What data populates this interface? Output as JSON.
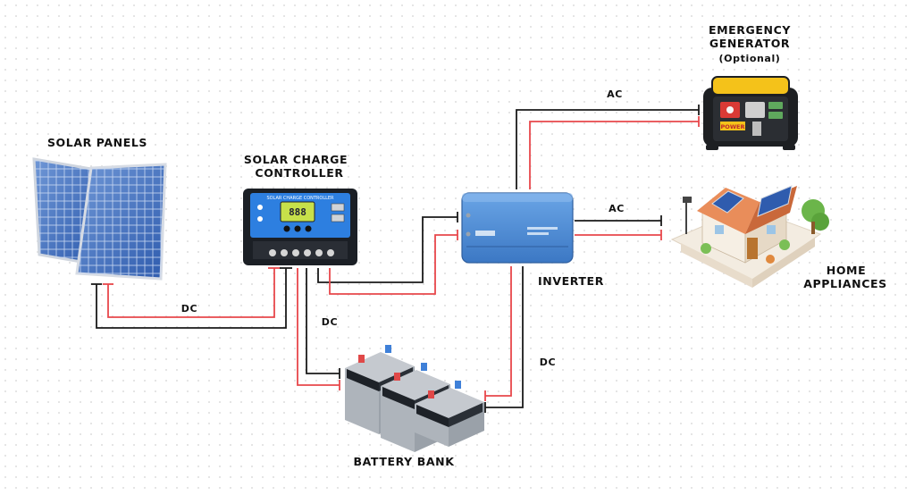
{
  "labels": {
    "solar_panels": "SOLAR PANELS",
    "charge_controller_line1": "SOLAR CHARGE",
    "charge_controller_line2": "CONTROLLER",
    "inverter": "INVERTER",
    "battery_bank": "BATTERY BANK",
    "generator_line1": "EMERGENCY",
    "generator_line2": "GENERATOR",
    "generator_optional": "(Optional)",
    "home_line1": "HOME",
    "home_line2": "APPLIANCES"
  },
  "wires": {
    "panels_to_controller": "DC",
    "controller_to_battery": "DC",
    "inverter_to_battery": "DC",
    "generator_to_inverter": "AC",
    "inverter_to_home": "AC"
  },
  "device_text": {
    "controller_title": "SOLAR CHARGE CONTROLLER",
    "controller_display": "888",
    "generator_badge": "POWER"
  },
  "colors": {
    "positive_wire": "#e8474b",
    "negative_wire": "#1a1a1a",
    "inverter_body": "#4f8fd6",
    "controller_body": "#2d7fe0",
    "generator_body": "#f4c21a"
  }
}
